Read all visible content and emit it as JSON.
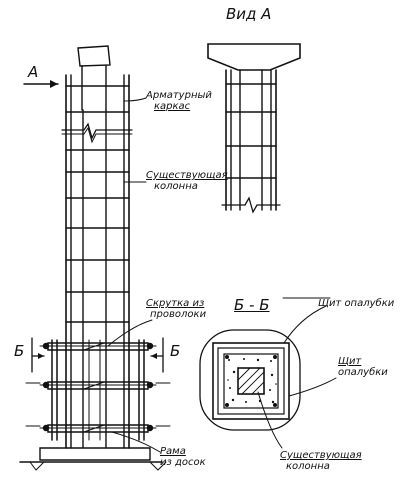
{
  "view_title": "Вид А",
  "arrow_a": "А",
  "section_title": "Б - Б",
  "section_mark_left": "Б",
  "section_mark_right": "Б",
  "labels": {
    "rebar_cage": [
      "Арматурный",
      "каркас"
    ],
    "existing_column_top": [
      "Существующая",
      "колонна"
    ],
    "wire_twist": [
      "Скрутка из",
      "проволоки"
    ],
    "formwork_panel_1": "Щит опалубки",
    "formwork_panel_2": [
      "Щит",
      "опалубки"
    ],
    "plank_frame": [
      "Рама",
      "из досок"
    ],
    "existing_column_section": [
      "Существующая",
      "колонна"
    ]
  }
}
